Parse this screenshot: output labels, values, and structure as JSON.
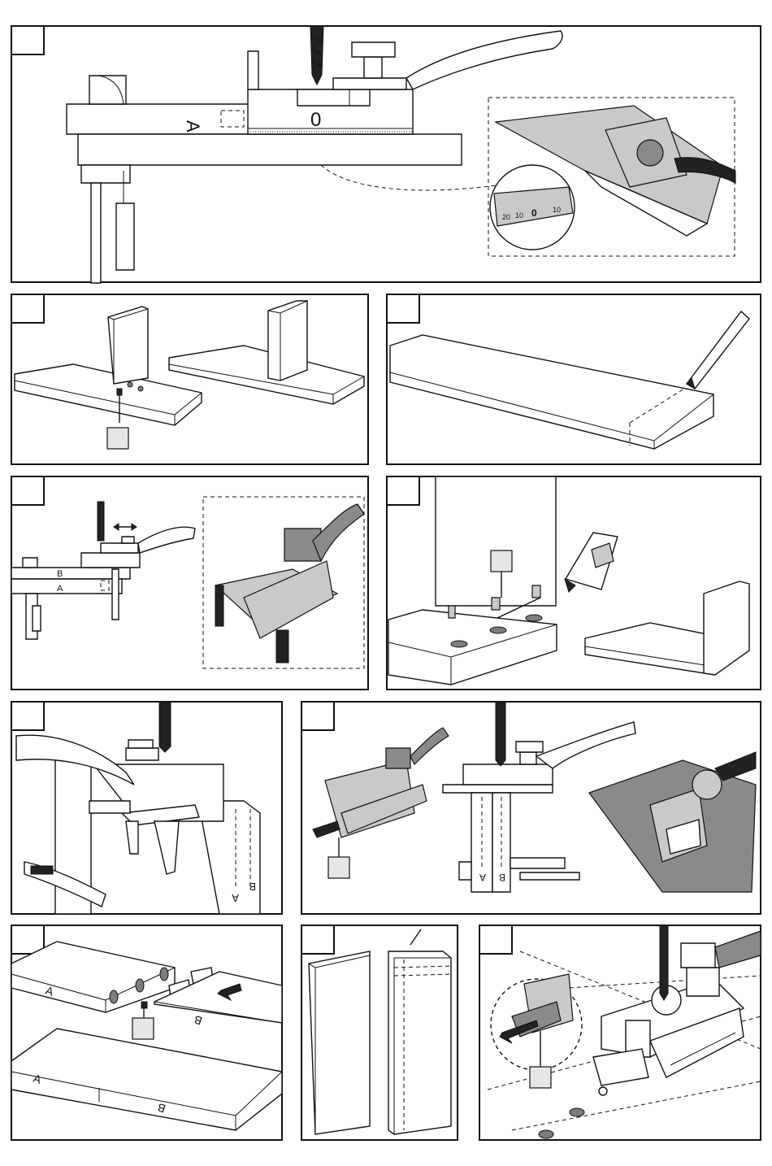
{
  "labels": {
    "piece_a": "A",
    "piece_b": "B",
    "scale_zero": "0",
    "scale_left": "20",
    "scale_left2": "10",
    "scale_right": "10"
  },
  "colors": {
    "line": "#111111",
    "fill_grey": "#c9c9c9",
    "fill_dark": "#8a8a8a",
    "label_box": "#e6e6e6"
  }
}
